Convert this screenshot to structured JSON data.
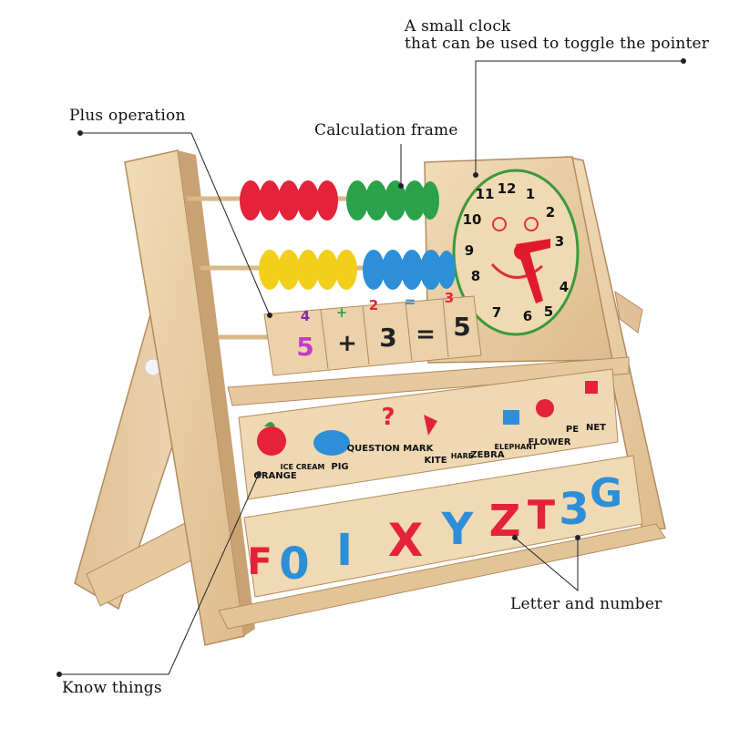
{
  "annotations": {
    "clock_line1": "A small clock",
    "clock_line2": "that can be used to toggle the pointer",
    "plus_operation": "Plus operation",
    "calculation_frame": "Calculation frame",
    "letter_and_number": "Letter and number",
    "know_things": "Know things"
  },
  "clock": {
    "numbers": [
      "12",
      "1",
      "2",
      "3",
      "4",
      "5",
      "6",
      "7",
      "8",
      "9",
      "10",
      "11"
    ]
  },
  "math_blocks": {
    "top": [
      "4",
      "+",
      "2",
      "=",
      "3"
    ],
    "bottom": [
      "5",
      "+",
      "3",
      "=",
      "5"
    ]
  },
  "picture_blocks": [
    "ORANGE",
    "ICE CREAM",
    "PIG",
    "QUESTION MARK",
    "KITE",
    "HARE",
    "ZEBRA",
    "ELEPHANT",
    "FLOWER",
    "PE",
    "NET"
  ],
  "letter_blocks": [
    "F",
    "0",
    "I",
    "X",
    "Y",
    "Z",
    "T",
    "3",
    "G"
  ],
  "colors": {
    "wood": "#e9cfa6",
    "wood_dark": "#c9a273",
    "bead_red": "#e4223a",
    "bead_green": "#2aa24a",
    "bead_yellow": "#f2cf1a",
    "bead_blue": "#2c8fd8"
  }
}
